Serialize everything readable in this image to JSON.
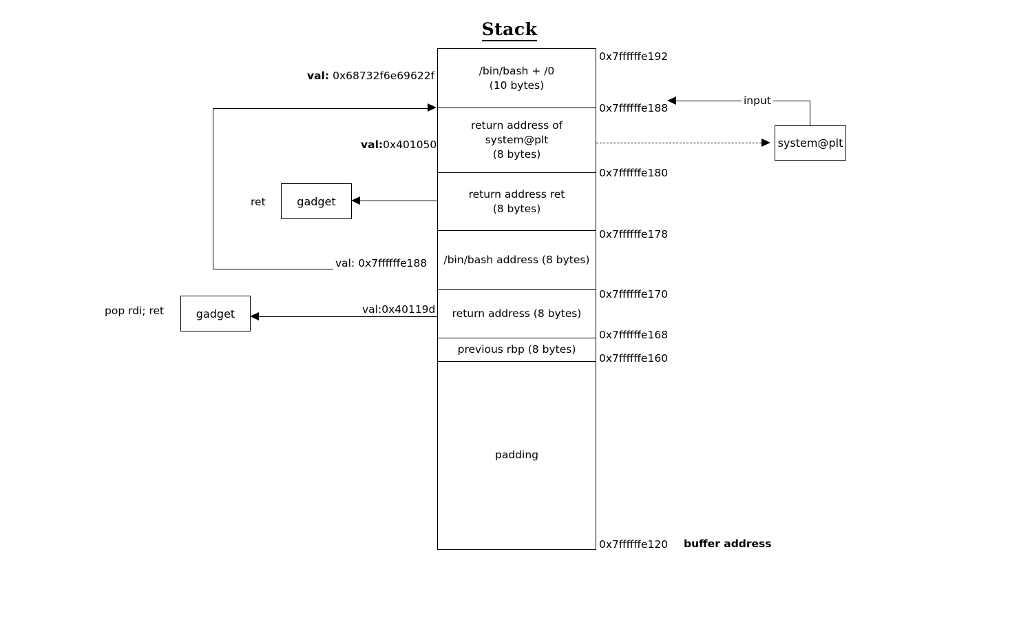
{
  "title": "Stack",
  "stack": {
    "cells": [
      {
        "line1": "/bin/bash + /0",
        "line2": "(10 bytes)"
      },
      {
        "line1": "return address of system@plt",
        "line2": "(8 bytes)"
      },
      {
        "line1": "return address ret",
        "line2": "(8 bytes)"
      },
      {
        "line1": "/bin/bash address (8 bytes)",
        "line2": ""
      },
      {
        "line1": "return address (8 bytes)",
        "line2": ""
      },
      {
        "line1": "previous rbp (8 bytes)",
        "line2": ""
      },
      {
        "line1": "padding",
        "line2": ""
      }
    ],
    "addresses": [
      "0x7ffffffe192",
      "0x7ffffffe188",
      "0x7ffffffe180",
      "0x7ffffffe178",
      "0x7ffffffe170",
      "0x7ffffffe168",
      "0x7ffffffe160",
      "0x7ffffffe120"
    ],
    "buffer_address_label": "buffer address"
  },
  "annotations": {
    "val_key": "val:",
    "val_bash_string": "0x68732f6e69622f",
    "val_system_plt": "0x401050",
    "val_bash_address": "0x7ffffffe188",
    "val_pop_rdi": "0x40119d"
  },
  "side_boxes": {
    "system_plt": "system@plt",
    "gadget_ret": "gadget",
    "gadget_pop_rdi": "gadget"
  },
  "side_labels": {
    "ret": "ret",
    "pop_rdi_ret": "pop rdi; ret",
    "input": "input"
  }
}
